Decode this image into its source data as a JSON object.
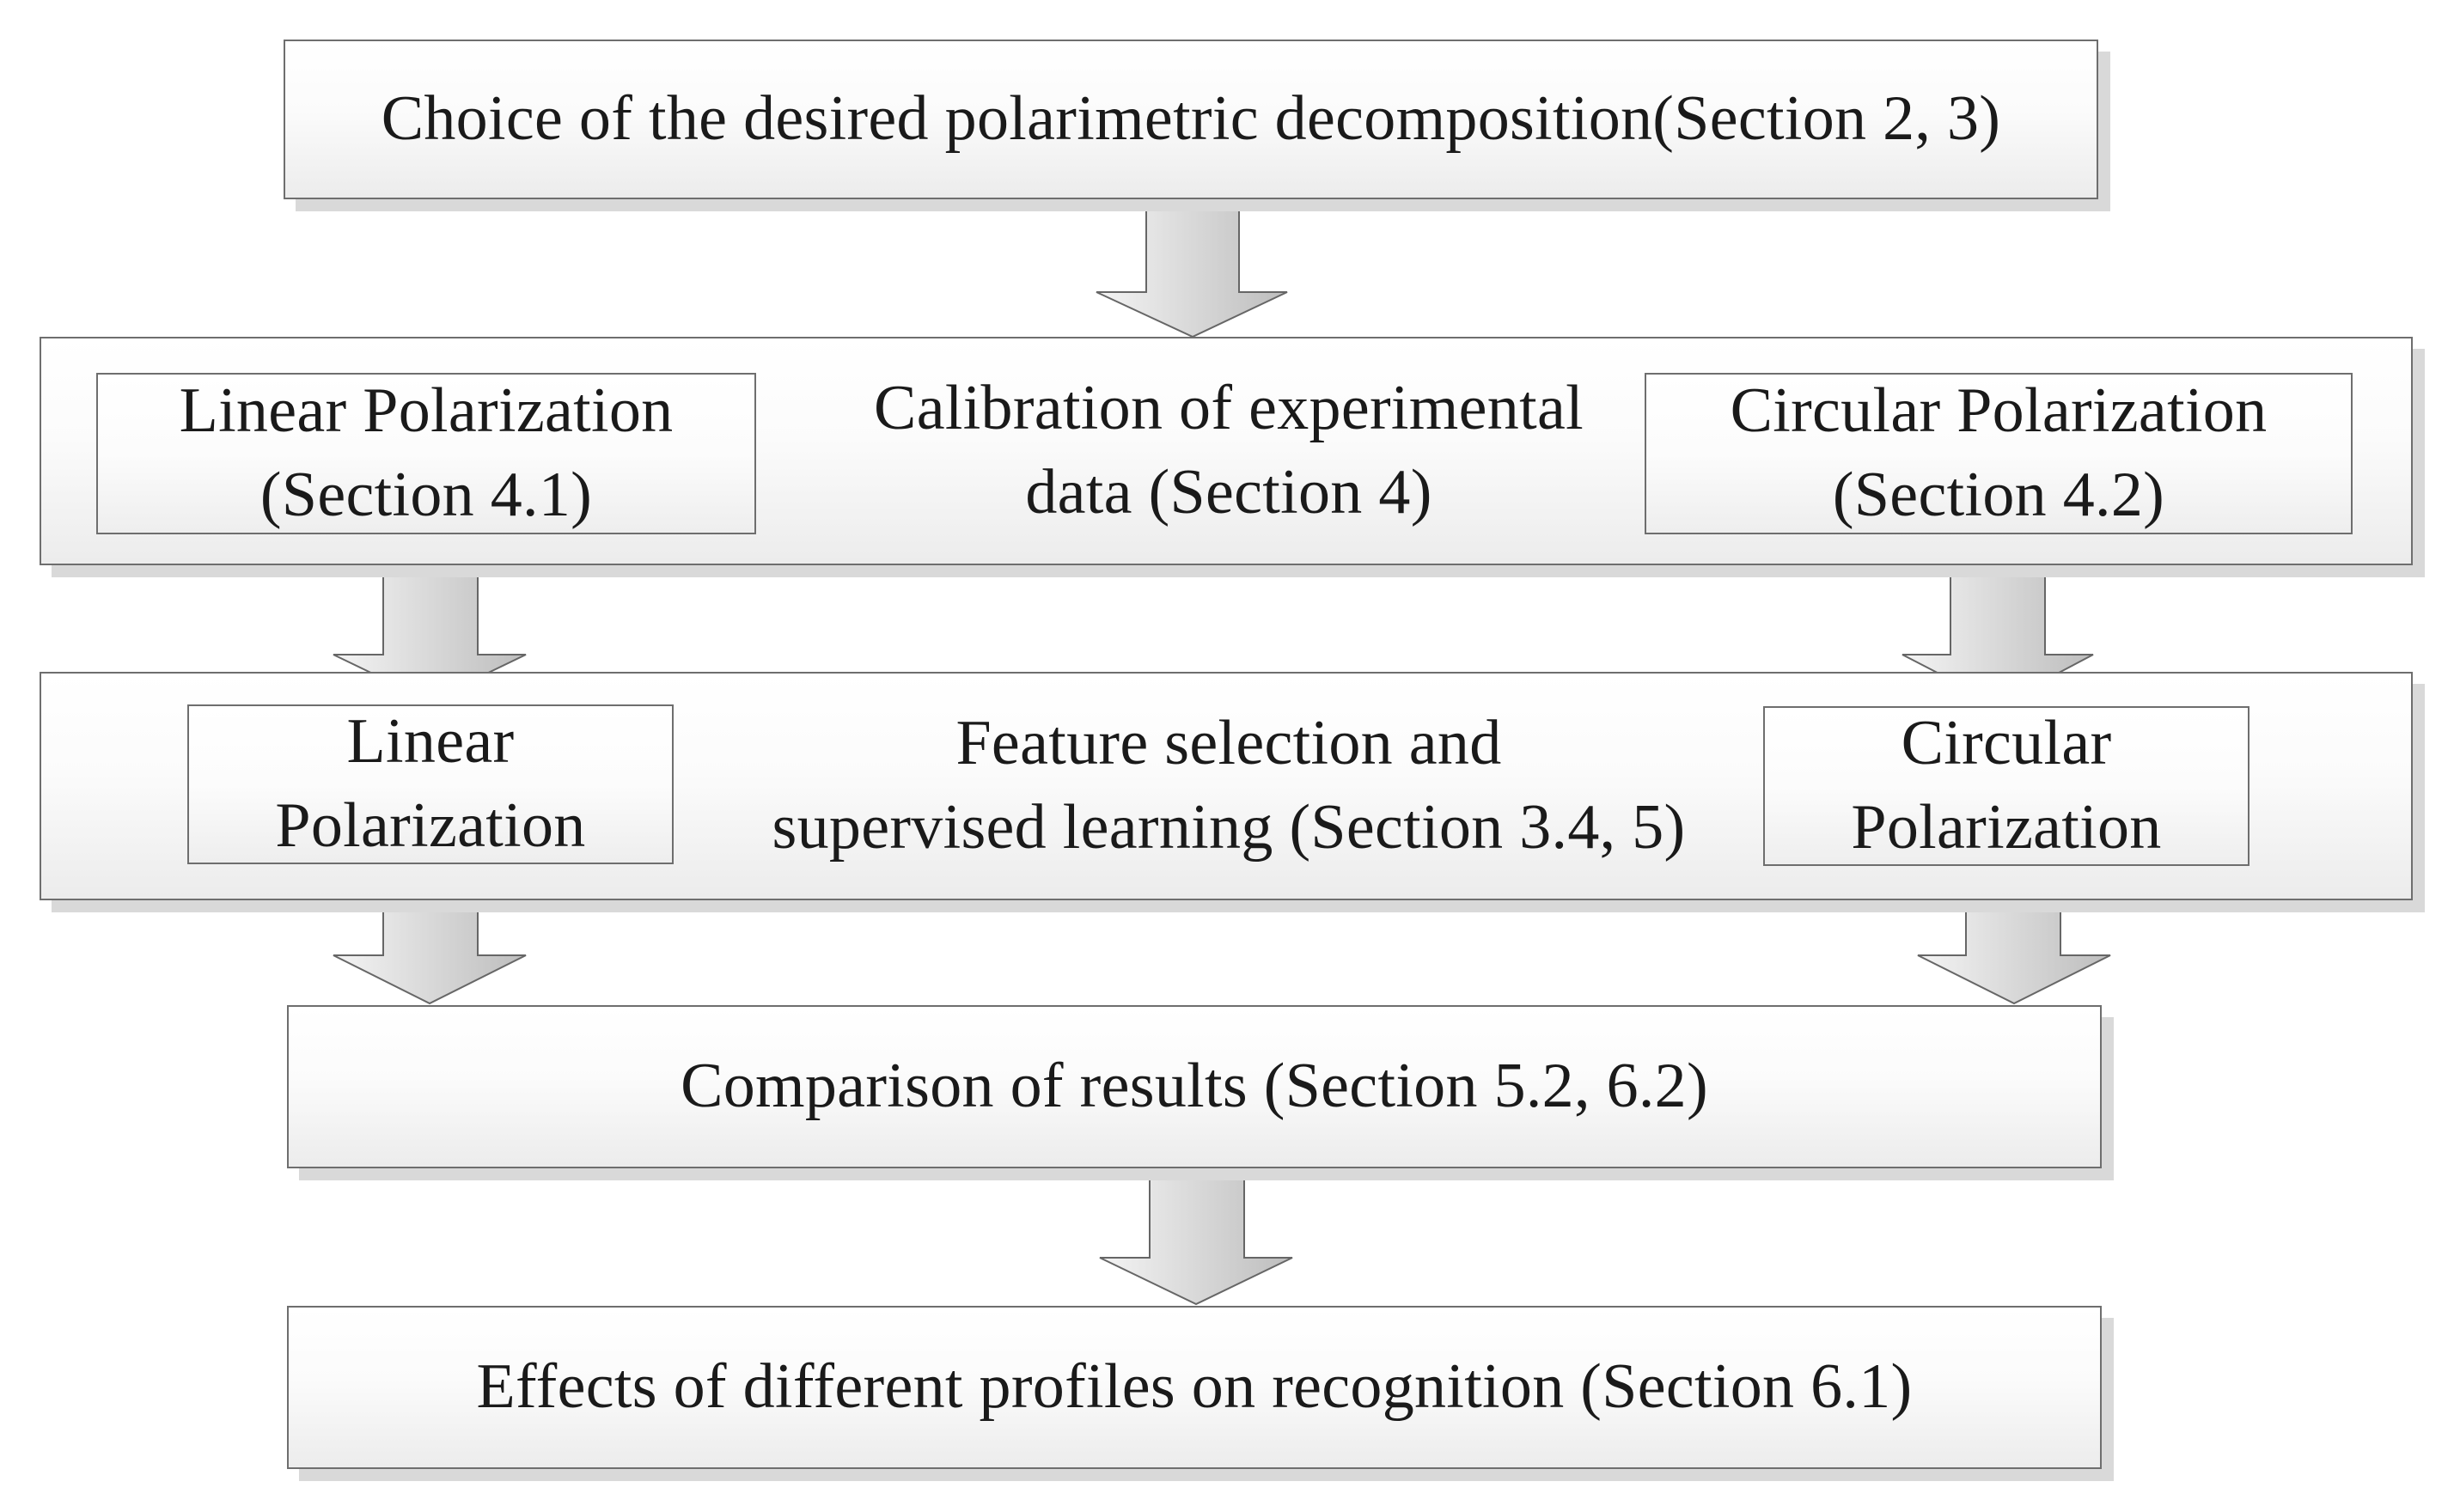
{
  "flowchart": {
    "step1": {
      "label": "Choice of the desired polarimetric decomposition(Section 2, 3)"
    },
    "step2": {
      "label": "Calibration of experimental\ndata (Section 4)",
      "left": "Linear Polarization\n(Section 4.1)",
      "right": "Circular Polarization\n(Section 4.2)"
    },
    "step3": {
      "label": "Feature selection and\nsupervised learning (Section 3.4, 5)",
      "left": "Linear\nPolarization",
      "right": "Circular\nPolarization"
    },
    "step4": {
      "label": "Comparison of results  (Section 5.2, 6.2)"
    },
    "step5": {
      "label": "Effects of different profiles on recognition (Section 6.1)"
    }
  },
  "colors": {
    "border": "#6e6e6e",
    "shadow": "#d9d9d9",
    "arrow_fill_light": "#f2f2f2",
    "arrow_fill_dark": "#c4c4c4",
    "arrow_stroke": "#666666",
    "text": "#1a1a1a"
  }
}
